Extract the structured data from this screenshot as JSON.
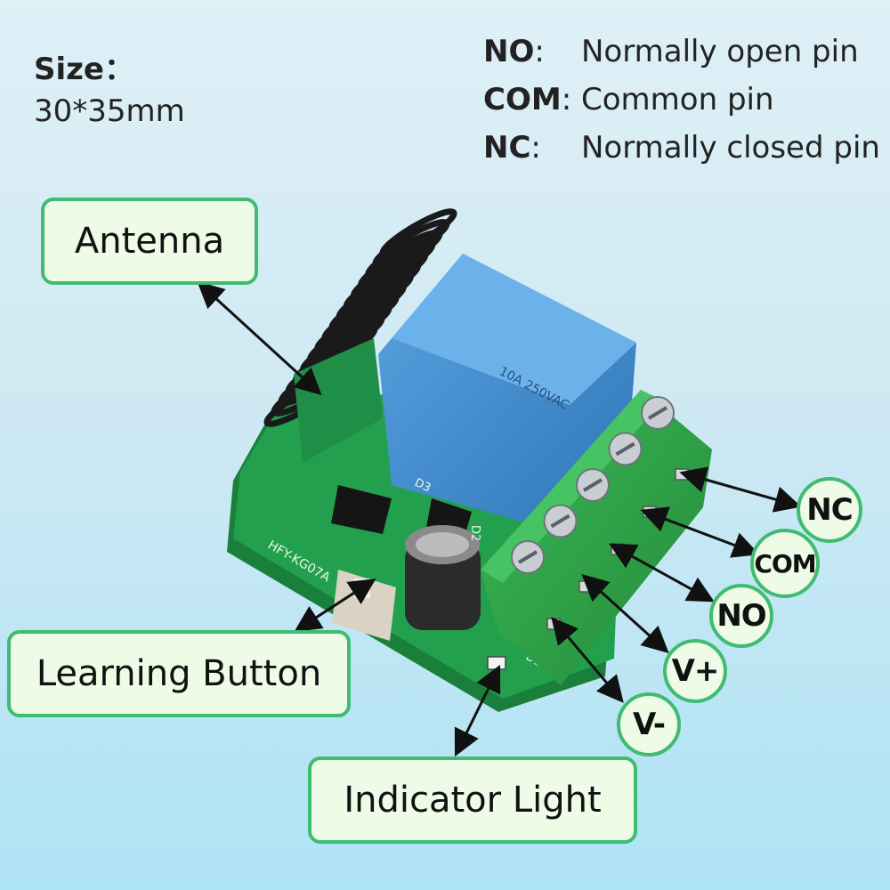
{
  "size": {
    "label": "Size：",
    "value": "30*35mm"
  },
  "legend": [
    {
      "key": "NO",
      "desc": "Normally open pin"
    },
    {
      "key": "COM",
      "desc": "Common pin"
    },
    {
      "key": "NC",
      "desc": "Normally closed pin"
    }
  ],
  "labels": {
    "antenna": "Antenna",
    "learning_button": "Learning Button",
    "indicator_light": "Indicator Light"
  },
  "pins": {
    "nc": "NC",
    "com": "COM",
    "no": "NO",
    "vplus": "V+",
    "vminus": "V-"
  },
  "board_silkscreen": {
    "model": "HFY-KG07A",
    "relay_text": "10A 250VAC",
    "d3": "D3",
    "d2": "D2",
    "d1": "D1"
  },
  "colors": {
    "board": "#1f9a4a",
    "relay": "#3d86c8",
    "terminal": "#2ea244",
    "label_border": "#3fbb72",
    "label_fill": "#eefbe6"
  }
}
